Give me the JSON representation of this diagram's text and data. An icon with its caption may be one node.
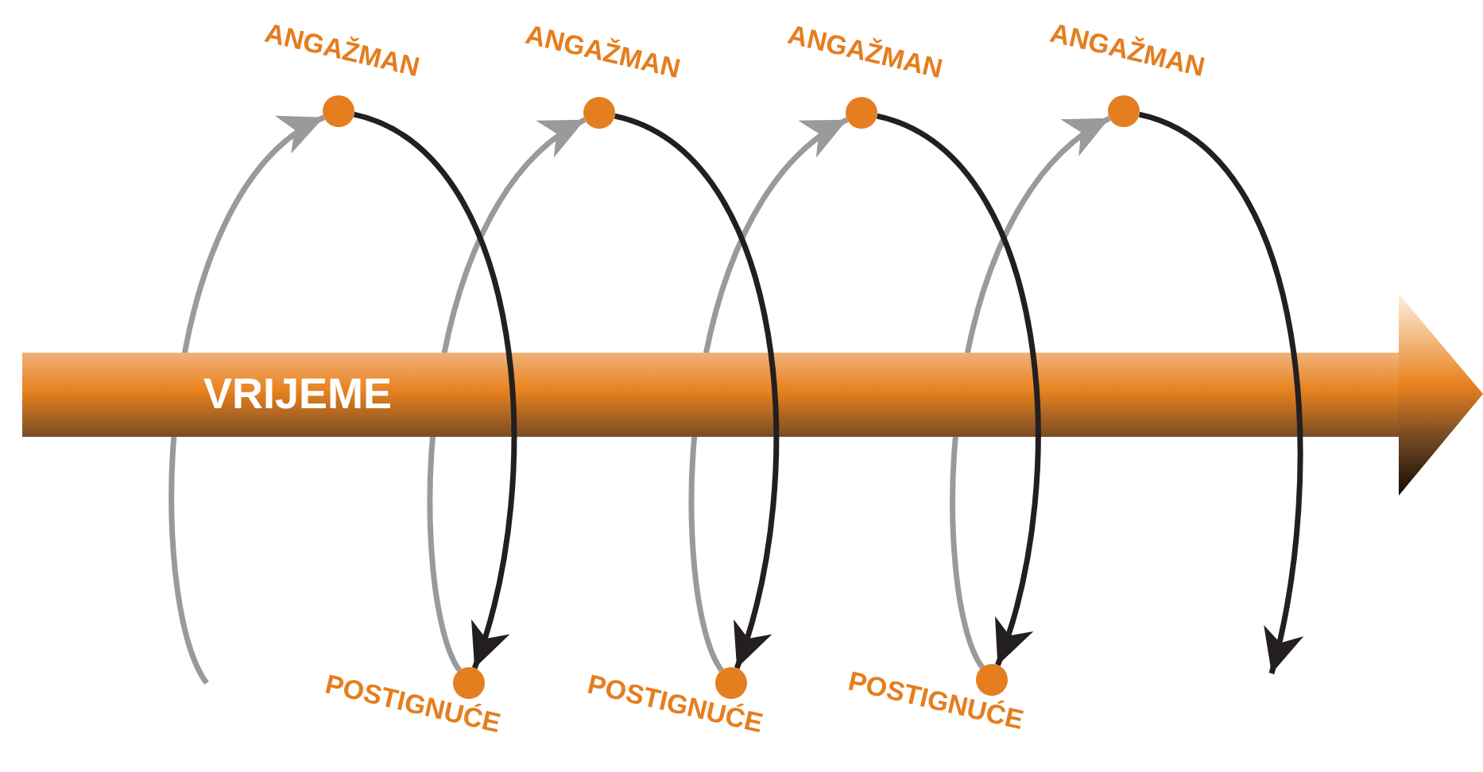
{
  "diagram": {
    "nodes": [
      {
        "text": [],
        "shape": "circle",
        "beside": [
          "ANGAŽMAN"
        ]
      },
      {
        "text": [],
        "shape": "circle",
        "beside": [
          "ANGAŽMAN"
        ]
      },
      {
        "text": [],
        "shape": "circle",
        "beside": [
          "ANGAŽMAN"
        ]
      },
      {
        "text": [],
        "shape": "circle",
        "beside": [
          "ANGAŽMAN"
        ]
      },
      {
        "text": [],
        "shape": "circle",
        "beside": [
          "POSTIGNUĆE"
        ]
      },
      {
        "text": [],
        "shape": "circle",
        "beside": [
          "POSTIGNUĆE"
        ]
      },
      {
        "text": [],
        "shape": "circle",
        "beside": [
          "POSTIGNUĆE"
        ]
      }
    ],
    "edges": [
      {
        "from": null,
        "to": 0,
        "arrow": "to",
        "color": "#999a9c"
      },
      {
        "from": 0,
        "to": 4,
        "arrow": "to",
        "color": "#231f20"
      },
      {
        "from": 4,
        "to": 1,
        "arrow": "to",
        "color": "#999a9c"
      },
      {
        "from": 1,
        "to": 5,
        "arrow": "to",
        "color": "#231f20"
      },
      {
        "from": 5,
        "to": 2,
        "arrow": "to",
        "color": "#999a9c"
      },
      {
        "from": 2,
        "to": 6,
        "arrow": "to",
        "color": "#231f20"
      },
      {
        "from": 6,
        "to": 3,
        "arrow": "to",
        "color": "#999a9c"
      },
      {
        "from": 3,
        "to": null,
        "arrow": "to",
        "color": "#231f20"
      }
    ],
    "labels": [
      "VRIJEME"
    ]
  }
}
